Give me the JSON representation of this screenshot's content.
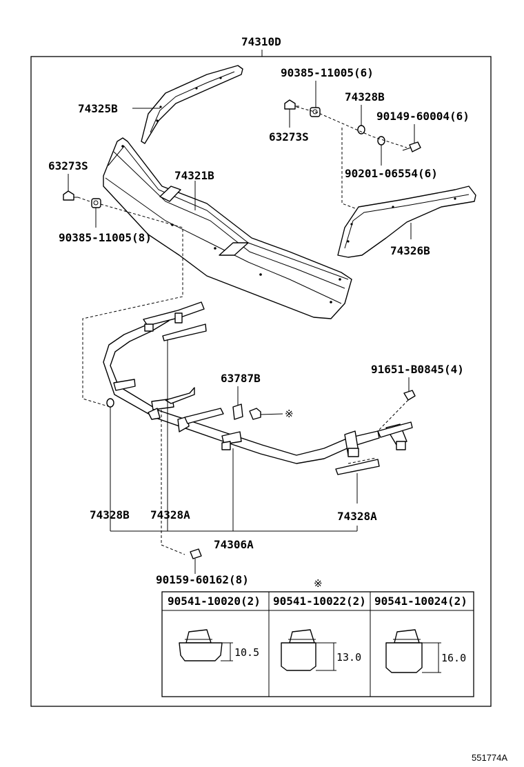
{
  "diagram_id": "551774A",
  "assembly": "74310D",
  "parts": {
    "p74325B": "74325B",
    "p74321B": "74321B",
    "p74328B_top": "74328B",
    "p74326B": "74326B",
    "p63273S_right": "63273S",
    "p63273S_left": "63273S",
    "p90385_top": "90385-11005(6)",
    "p90385_left": "90385-11005(8)",
    "p90149": "90149-60004(6)",
    "p90201": "90201-06554(6)",
    "p63787B": "63787B",
    "p91651": "91651-B0845(4)",
    "p74328B_bottom": "74328B",
    "p74328A_left": "74328A",
    "p74328A_right": "74328A",
    "p74306A": "74306A",
    "p90159": "90159-60162(8)"
  },
  "note_mark": "※",
  "table": {
    "columns": [
      {
        "part": "90541-10020(2)",
        "dimension": "10.5"
      },
      {
        "part": "90541-10022(2)",
        "dimension": "13.0"
      },
      {
        "part": "90541-10024(2)",
        "dimension": "16.0"
      }
    ]
  }
}
